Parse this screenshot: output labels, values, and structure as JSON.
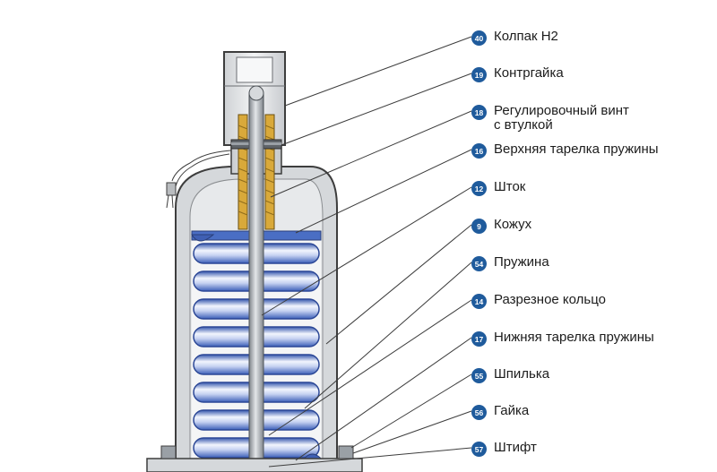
{
  "labels": [
    {
      "num": "40",
      "text": "Колпак H2"
    },
    {
      "num": "19",
      "text": "Контргайка"
    },
    {
      "num": "18",
      "text": "Регулировочный винт\nс втулкой"
    },
    {
      "num": "16",
      "text": "Верхняя тарелка пружины"
    },
    {
      "num": "12",
      "text": "Шток"
    },
    {
      "num": "9",
      "text": "Кожух"
    },
    {
      "num": "54",
      "text": "Пружина"
    },
    {
      "num": "14",
      "text": "Разрезное кольцо"
    },
    {
      "num": "17",
      "text": "Нижняя тарелка пружины"
    },
    {
      "num": "55",
      "text": "Шпилька"
    },
    {
      "num": "56",
      "text": "Гайка"
    },
    {
      "num": "57",
      "text": "Штифт"
    }
  ],
  "colors": {
    "badge": "#1f5b9c",
    "housing": "#d8dadc",
    "housing_outline": "#4a4a4a",
    "spring": "#4a6ec4",
    "spring_highlight": "#e9eefb",
    "brass": "#d9a93a",
    "stem": "#9aa0a6"
  }
}
